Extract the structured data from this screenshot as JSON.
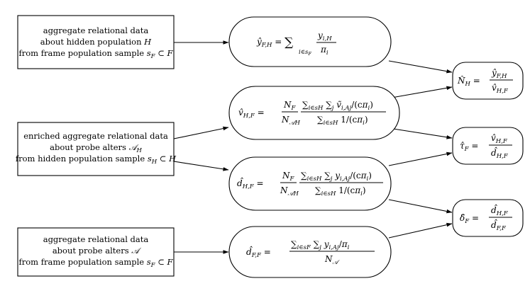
{
  "sources": [
    {
      "id": "frame-hidden",
      "lines": [
        "aggregate relational data",
        "about hidden population H",
        "from frame population sample s_F ⊂ F"
      ]
    },
    {
      "id": "hidden-probe",
      "lines": [
        "enriched aggregate relational data",
        "about probe alters 𝒜_H",
        "from hidden population sample s_H ⊂ H"
      ]
    },
    {
      "id": "frame-probe",
      "lines": [
        "aggregate relational data",
        "about probe alters 𝒜",
        "from frame population sample s_F ⊂ F"
      ]
    }
  ],
  "estimators": {
    "y_FH": {
      "lhs": "ŷ",
      "lhs_sub": "F,H",
      "eq": "=",
      "sum": "∑",
      "sum_sub": "i∈s_F",
      "num": "y",
      "num_sub": "i,H",
      "den": "π",
      "den_sub": "i"
    },
    "v_HF": {
      "lhs": "v̂",
      "lhs_sub": "H,F",
      "eq": "=",
      "pre_num": "N",
      "pre_num_sub": "F",
      "pre_den": "N",
      "pre_den_sub": "𝒜H",
      "num": "∑i∈sH ∑j ṽi,Aj/(cπi)",
      "den": "∑i∈sH 1/(cπi)"
    },
    "d_HF": {
      "lhs": "d̂",
      "lhs_sub": "H,F",
      "eq": "=",
      "pre_num": "N",
      "pre_num_sub": "F",
      "pre_den": "N",
      "pre_den_sub": "𝒜H",
      "num": "∑i∈sH ∑j yi,Aj/(cπi)",
      "den": "∑i∈sH 1/(cπi)"
    },
    "d_FF": {
      "lhs": "d̂",
      "lhs_sub": "F,F",
      "eq": "=",
      "num": "∑i∈sF ∑j yi,Aj/πi",
      "den": "N",
      "den_sub": "𝒜"
    }
  },
  "results": {
    "N_H": {
      "lhs": "N̂",
      "lhs_sub": "H",
      "eq": "=",
      "num": "ŷ",
      "num_sub": "F,H",
      "den": "v̂",
      "den_sub": "H,F"
    },
    "tau_F": {
      "lhs": "τ̂",
      "lhs_sub": "F",
      "eq": "=",
      "num": "v̂",
      "num_sub": "H,F",
      "den": "d̂",
      "den_sub": "H,F"
    },
    "delta_F": {
      "lhs": "δ̂",
      "lhs_sub": "F",
      "eq": "=",
      "num": "d̂",
      "num_sub": "H,F",
      "den": "d̂",
      "den_sub": "F,F"
    }
  },
  "edges": [
    [
      "frame-hidden",
      "y_FH"
    ],
    [
      "hidden-probe",
      "v_HF"
    ],
    [
      "hidden-probe",
      "d_HF"
    ],
    [
      "frame-probe",
      "d_FF"
    ],
    [
      "y_FH",
      "N_H"
    ],
    [
      "v_HF",
      "N_H"
    ],
    [
      "v_HF",
      "tau_F"
    ],
    [
      "d_HF",
      "tau_F"
    ],
    [
      "d_HF",
      "delta_F"
    ],
    [
      "d_FF",
      "delta_F"
    ]
  ]
}
